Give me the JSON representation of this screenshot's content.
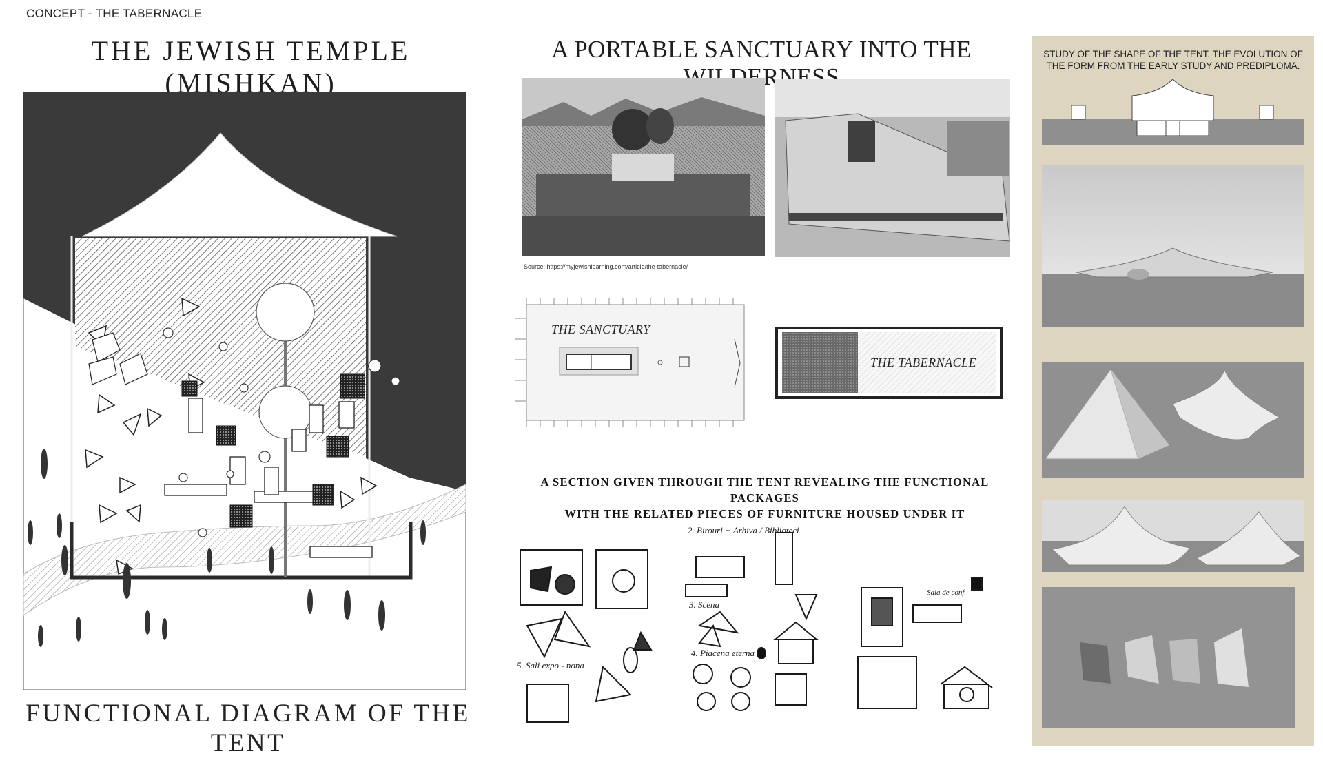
{
  "header": {
    "concept_label": "CONCEPT - THE TABERNACLE",
    "main_title": "THE JEWISH TEMPLE (MISHKAN)",
    "center_title": "A PORTABLE SANCTUARY INTO THE WILDERNESS",
    "bottom_title": "FUNCTIONAL DIAGRAM OF THE TENT"
  },
  "engravings": {
    "source": "Source: https://myjewishlearning.com/article/the-tabernacle/"
  },
  "plans": {
    "sanctuary_label": "THE SANCTUARY",
    "tabernacle_label": "THE TABERNACLE"
  },
  "section": {
    "caption_line1": "A SECTION GIVEN THROUGH THE TENT REVEALING THE FUNCTIONAL PACKAGES",
    "caption_line2": "WITH THE RELATED PIECES OF FURNITURE HOUSED UNDER IT"
  },
  "sketches": {
    "note_2": "2. Birouri + Arhiva / Biblioteci",
    "note_3": "3. Scena",
    "note_4": "4. Piacena eterna",
    "note_5": "5. Sali expo - nona",
    "note_conf": "Sala de conf."
  },
  "study": {
    "caption": "STUDY OF THE SHAPE OF THE TENT. THE EVOLUTION OF THE FORM FROM THE EARLY STUDY AND PREDIPLOMA."
  },
  "colors": {
    "dark_sky": "#3a3a3a",
    "panel_beige": "#ddd5c0",
    "render_gray": "#8e8e8e"
  }
}
